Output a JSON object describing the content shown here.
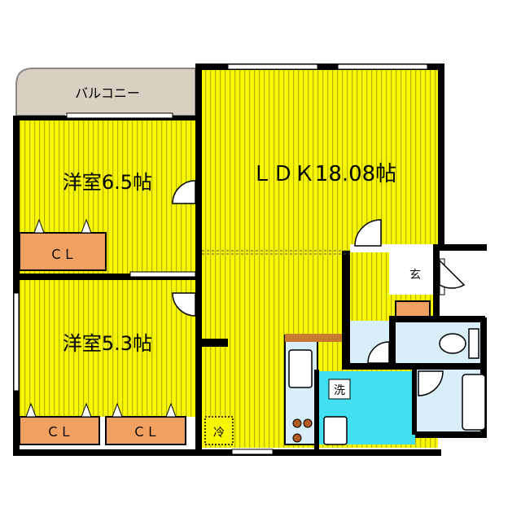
{
  "rooms": {
    "balcony": "バルコニー",
    "western_room_1": "洋室6.5帖",
    "western_room_2": "洋室5.3帖",
    "ldk": "ＬＤＫ18.08帖",
    "entrance": "玄",
    "washroom": "洗",
    "refrigerator": "冷"
  },
  "closets": {
    "room1_closet": "ＣＬ",
    "room2_closet_left": "ＣＬ",
    "room2_closet_right": "ＣＬ"
  },
  "colors": {
    "floor_yellow": "#f7f700",
    "floor_stripe": "#b8b200",
    "closet_orange": "#f0a060",
    "balcony_gray": "#d8d0c0",
    "wash_cyan": "#40e0f0",
    "bath_blue": "#d8eef8",
    "wall": "#000000"
  }
}
